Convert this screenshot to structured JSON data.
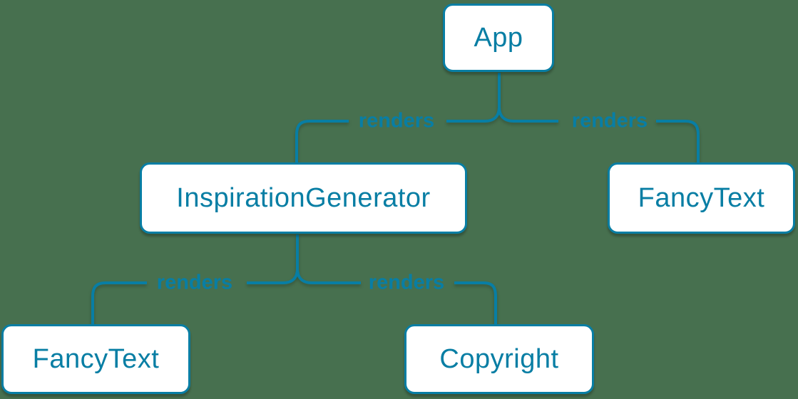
{
  "colors": {
    "accent": "#087ea4",
    "background": "#47704f",
    "node_background": "#ffffff"
  },
  "diagram": {
    "kind": "component-render-tree",
    "nodes": [
      {
        "id": "app",
        "label": "App"
      },
      {
        "id": "inspiration-generator",
        "label": "InspirationGenerator"
      },
      {
        "id": "fancy-text-top",
        "label": "FancyText"
      },
      {
        "id": "fancy-text-left",
        "label": "FancyText"
      },
      {
        "id": "copyright",
        "label": "Copyright"
      }
    ],
    "edges": [
      {
        "from": "App",
        "to": "InspirationGenerator",
        "label": "renders"
      },
      {
        "from": "App",
        "to": "FancyText",
        "label": "renders"
      },
      {
        "from": "InspirationGenerator",
        "to": "FancyText",
        "label": "renders"
      },
      {
        "from": "InspirationGenerator",
        "to": "Copyright",
        "label": "renders"
      }
    ]
  }
}
